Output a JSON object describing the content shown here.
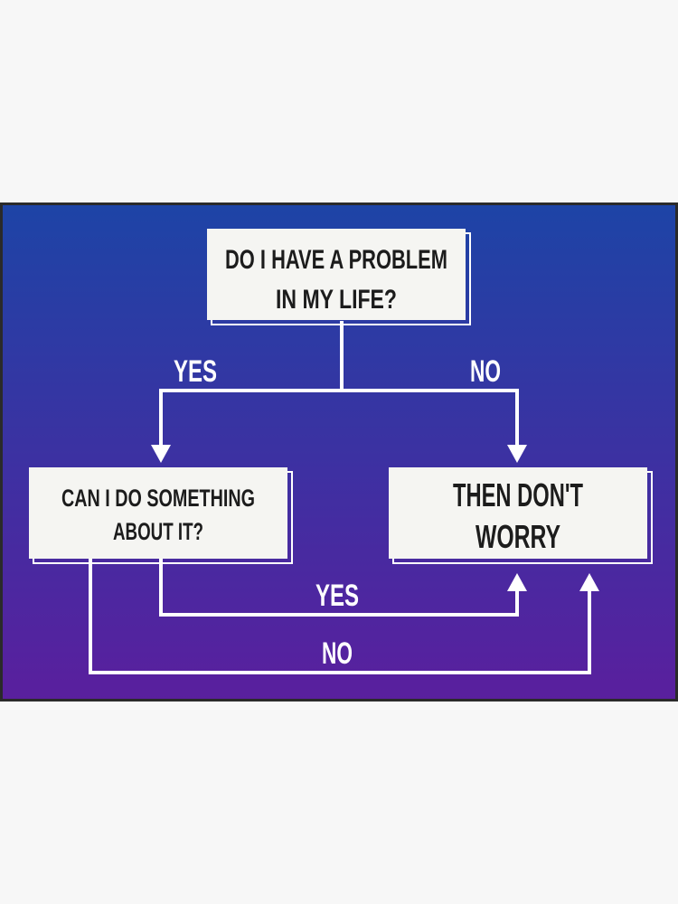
{
  "colors": {
    "gradient_top": "#1d44a6",
    "gradient_bottom": "#5a1f9e",
    "border": "#2a2a2a",
    "box_fill": "#f5f5f2",
    "text_dark": "#1c1c1c",
    "line": "#ffffff"
  },
  "nodes": {
    "question1": {
      "line1": "DO I HAVE A PROBLEM",
      "line2": "IN MY LIFE?"
    },
    "question2": {
      "line1": "CAN I DO SOMETHING",
      "line2": "ABOUT IT?"
    },
    "result": {
      "line1": "THEN DON'T",
      "line2": "WORRY"
    }
  },
  "edges": {
    "q1_yes": "YES",
    "q1_no": "NO",
    "q2_yes": "YES",
    "q2_no": "NO"
  }
}
